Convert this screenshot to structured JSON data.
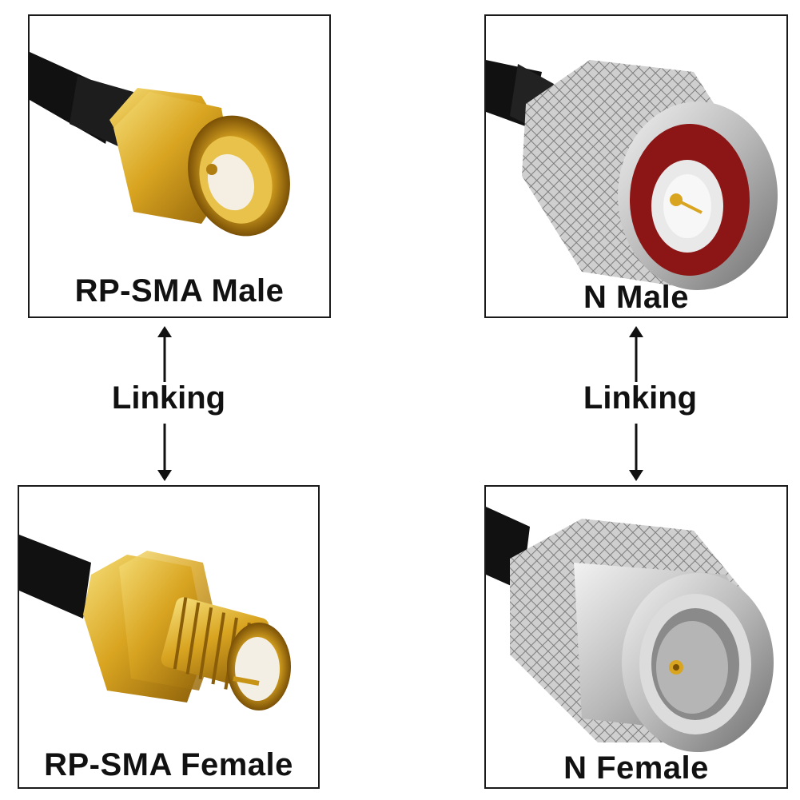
{
  "panels": {
    "top_left": {
      "label": "RP-SMA Male"
    },
    "top_right": {
      "label": "N Male"
    },
    "bottom_left": {
      "label": "RP-SMA Female"
    },
    "bottom_right": {
      "label": "N Female"
    }
  },
  "links": {
    "left": "Linking",
    "right": "Linking"
  },
  "colors": {
    "gold": "#d9a521",
    "silver": "#c9c9c9",
    "cable": "#111111",
    "border": "#1a1a1a"
  }
}
